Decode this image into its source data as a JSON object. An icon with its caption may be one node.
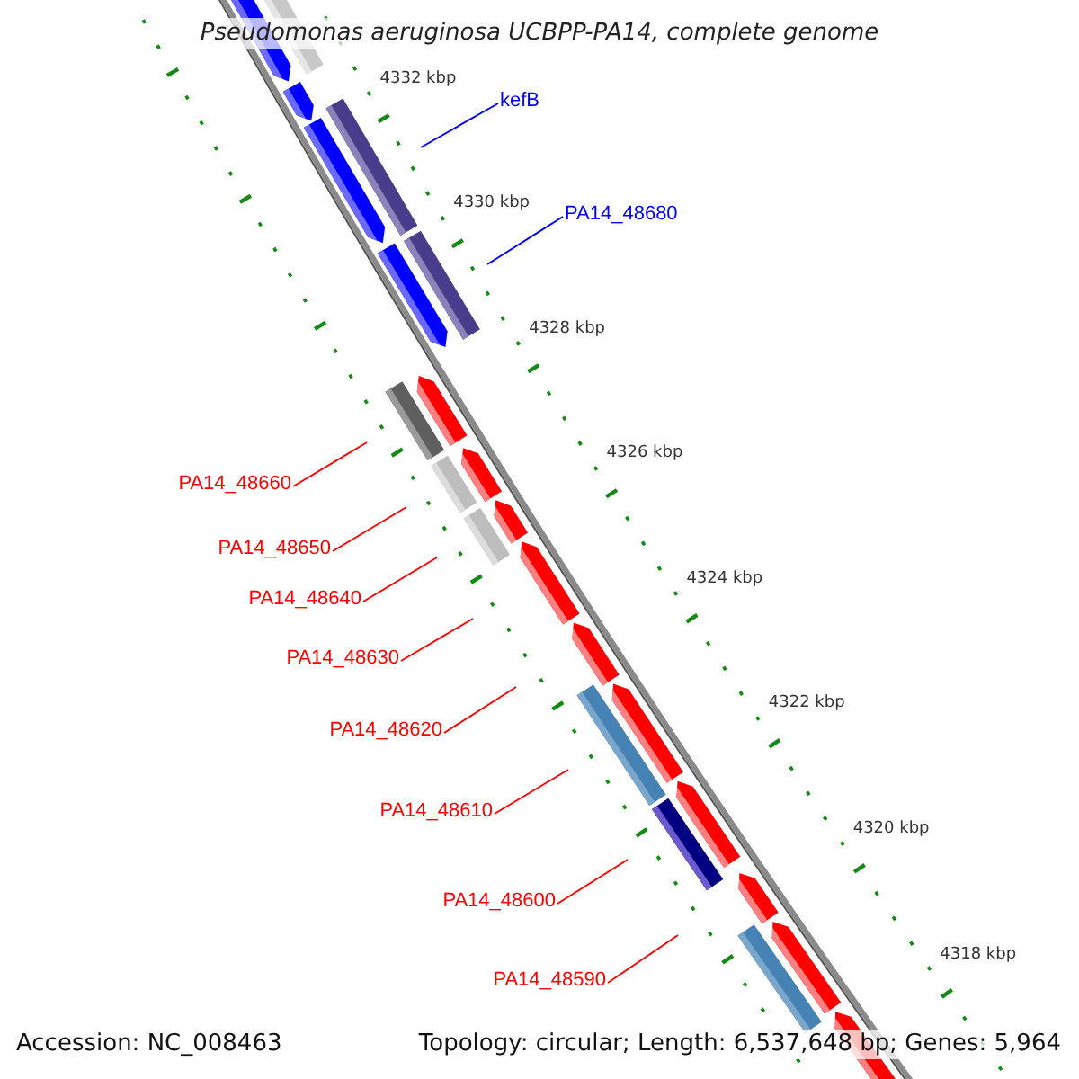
{
  "diagram": {
    "title": "Pseudomonas aeruginosa UCBPP-PA14, complete genome",
    "nodes": [
      {
        "text": [
          "kefB"
        ]
      },
      {
        "text": [
          "PA14_48680"
        ]
      },
      {
        "text": [
          "PA14_48660"
        ]
      },
      {
        "text": [
          "PA14_48650"
        ]
      },
      {
        "text": [
          "PA14_48640"
        ]
      },
      {
        "text": [
          "PA14_48630"
        ]
      },
      {
        "text": [
          "PA14_48620"
        ]
      },
      {
        "text": [
          "PA14_48610"
        ]
      },
      {
        "text": [
          "PA14_48600"
        ]
      },
      {
        "text": [
          "PA14_48590"
        ]
      }
    ],
    "edges": [
      {
        "from": 0,
        "to": null,
        "arrow": "none",
        "color": "#0000ff"
      },
      {
        "from": 1,
        "to": null,
        "arrow": "none",
        "color": "#0000ff"
      },
      {
        "from": 2,
        "to": null,
        "arrow": "none"
      },
      {
        "from": 3,
        "to": null,
        "arrow": "none"
      },
      {
        "from": 4,
        "to": null,
        "arrow": "none"
      },
      {
        "from": 5,
        "to": null,
        "arrow": "none"
      },
      {
        "from": 6,
        "to": null,
        "arrow": "none"
      },
      {
        "from": 7,
        "to": null,
        "arrow": "none"
      },
      {
        "from": 8,
        "to": null,
        "arrow": "none"
      },
      {
        "from": 9,
        "to": null,
        "arrow": "none"
      }
    ],
    "labels": [
      "4332 kbp",
      "4330 kbp",
      "4328 kbp",
      "4326 kbp",
      "4324 kbp",
      "4322 kbp",
      "4320 kbp",
      "4318 kbp",
      "Accession: NC_008463",
      "Topology: circular; Length: 6,537,648 bp; Genes: 5,964"
    ]
  }
}
